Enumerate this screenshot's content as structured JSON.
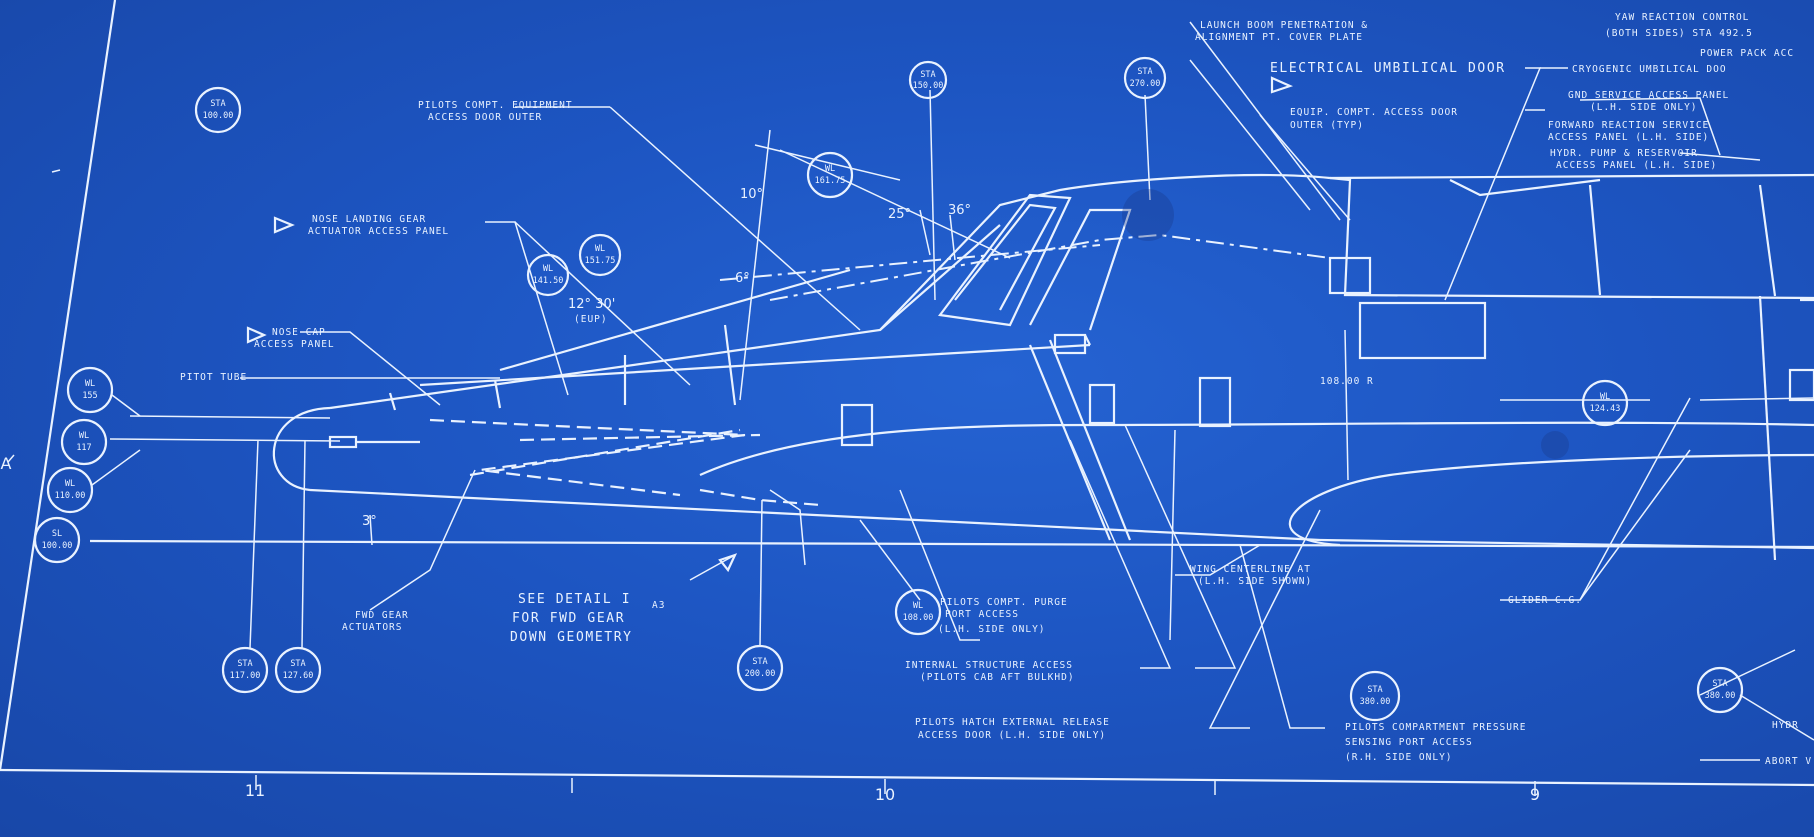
{
  "callouts": {
    "top_right_1": "YAW REACTION CONTROL",
    "top_right_2": "(BOTH SIDES) STA 492.5",
    "power_pack": "POWER PACK ACC",
    "cryogenic": "CRYOGENIC UMBILICAL DOO",
    "launch_boom_1": "LAUNCH BOOM PENETRATION &",
    "launch_boom_2": "ALIGNMENT PT. COVER PLATE",
    "electrical_umbilical": "ELECTRICAL UMBILICAL DOOR",
    "equip_compt_1": "EQUIP. COMPT. ACCESS DOOR",
    "equip_compt_2": "OUTER (TYP)",
    "gnd_service_1": "GND SERVICE ACCESS PANEL",
    "gnd_service_2": "(L.H. SIDE ONLY)",
    "forward_reaction_1": "FORWARD REACTION SERVICE",
    "forward_reaction_2": "ACCESS PANEL (L.H. SIDE)",
    "hydraulic_1": "HYDR. PUMP & RESERVOIR",
    "hydraulic_2": "ACCESS PANEL (L.H. SIDE)",
    "pilots_equipment_1": "PILOTS COMPT. EQUIPMENT",
    "pilots_equipment_2": "ACCESS DOOR OUTER",
    "nose_landing_gear_1": "NOSE LANDING GEAR",
    "nose_landing_gear_2": "ACTUATOR ACCESS PANEL",
    "nose_cap_1": "NOSE CAP",
    "nose_cap_2": "ACCESS PANEL",
    "pitot_tube": "PITOT TUBE",
    "fwd_gear_1": "FWD GEAR",
    "fwd_gear_2": "ACTUATORS",
    "see_detail_1": "SEE DETAIL I",
    "see_detail_sub": "A3",
    "see_detail_2": "FOR FWD GEAR",
    "see_detail_3": "DOWN GEOMETRY",
    "pilots_purge_1": "PILOTS COMPT. PURGE",
    "pilots_purge_2": "PORT ACCESS",
    "pilots_purge_3": "(L.H. SIDE ONLY)",
    "internal_structure_1": "INTERNAL STRUCTURE ACCESS",
    "internal_structure_2": "(PILOTS CAB AFT BULKHD)",
    "pilots_hatch_1": "PILOTS HATCH EXTERNAL RELEASE",
    "pilots_hatch_2": "ACCESS DOOR (L.H. SIDE ONLY)",
    "pressure_1": "PILOTS COMPARTMENT PRESSURE",
    "pressure_2": "SENSING PORT ACCESS",
    "pressure_3": "(R.H. SIDE ONLY)",
    "glider_cg": "GLIDER C.G.",
    "wing_centerline_1": "WING CENTERLINE AT",
    "wing_centerline_2": "(L.H. SIDE SHOWN)",
    "hydr_right": "HYDR",
    "abort_right": "ABORT V",
    "wl_108": "108.00 R"
  },
  "bubbles": {
    "sta_top_left": [
      "STA",
      "100.00"
    ],
    "wl_top_mid": [
      "STA",
      "150.00"
    ],
    "sta_top_right": [
      "STA",
      "270.00"
    ],
    "wl_upper": [
      "WL",
      "161.75"
    ],
    "wl_151": [
      "WL",
      "151.75"
    ],
    "wl_141": [
      "WL",
      "141.50"
    ],
    "wl_155": [
      "WL",
      "155"
    ],
    "wl_117": [
      "WL",
      "117"
    ],
    "wl_110": [
      "WL",
      "110.00"
    ],
    "sl_100": [
      "SL",
      "100.00"
    ],
    "sta_117": [
      "STA",
      "117.00"
    ],
    "sta_127": [
      "STA",
      "127.60"
    ],
    "sta_bottom_mid": [
      "STA",
      "200.00"
    ],
    "wl_108": [
      "WL",
      "108.00"
    ],
    "sta_bottom_right": [
      "STA",
      "380.00"
    ],
    "wl_right": [
      "WL",
      "124.43"
    ],
    "sta_far_right": [
      "STA",
      "380.00"
    ]
  },
  "angles": {
    "a25": "25°",
    "a36": "36°",
    "a10": "10°",
    "a6": "6°",
    "a12": "12° 30'",
    "a12_sub": "(EUP)",
    "a3": "3°"
  },
  "ruler": {
    "n11": "11",
    "n10": "10",
    "n9": "9",
    "edge_a": "A"
  }
}
